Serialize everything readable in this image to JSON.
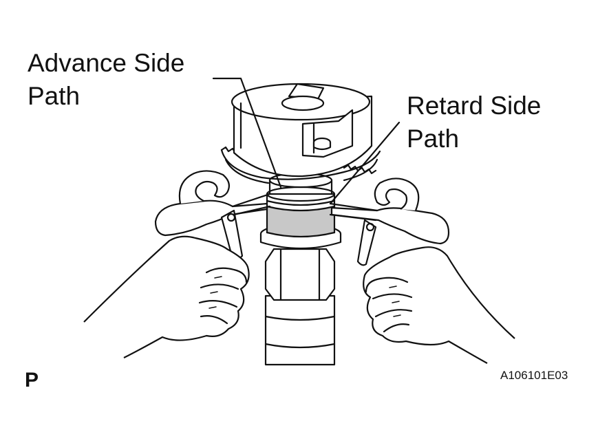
{
  "labels": {
    "advance_line1": "Advance Side",
    "advance_line2": "Path",
    "retard_line1": "Retard Side",
    "retard_line2": "Path"
  },
  "footer": {
    "section_mark": "P",
    "figure_code": "A106101E03"
  },
  "colors": {
    "line": "#111111",
    "highlight_band": "#c8c8c8",
    "background": "#ffffff"
  }
}
